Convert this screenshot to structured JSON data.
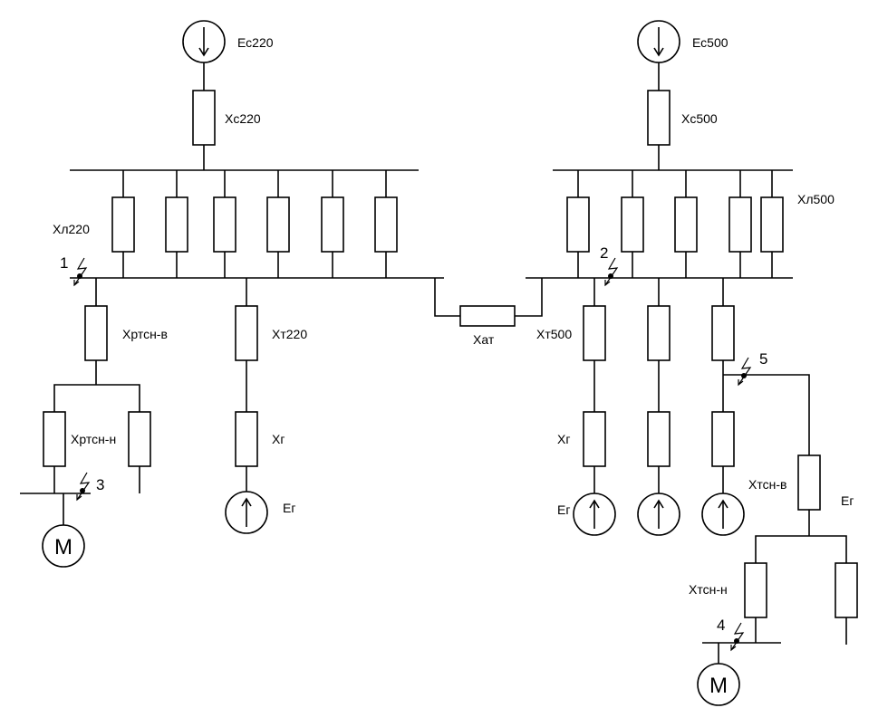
{
  "labels": {
    "ec220": "Ес220",
    "xc220": "Хс220",
    "ec500": "Ес500",
    "xc500": "Хс500",
    "xl220": "Хл220",
    "xl500": "Хл500",
    "xrtsn_v": "Хртсн-в",
    "xrtsn_n": "Хртсн-н",
    "xt220": "Хт220",
    "xg_left": "Хг",
    "eg_left": "Ег",
    "xat": "Хат",
    "xt500": "Хт500",
    "xg_right": "Хг",
    "eg_right": "Ег",
    "xtsn_v": "Хтсн-в",
    "eg_mid": "Ег",
    "xtsn_n": "Хтсн-н",
    "motor_left": "М",
    "motor_right": "М"
  },
  "fault_points": [
    "1",
    "2",
    "3",
    "4",
    "5"
  ]
}
